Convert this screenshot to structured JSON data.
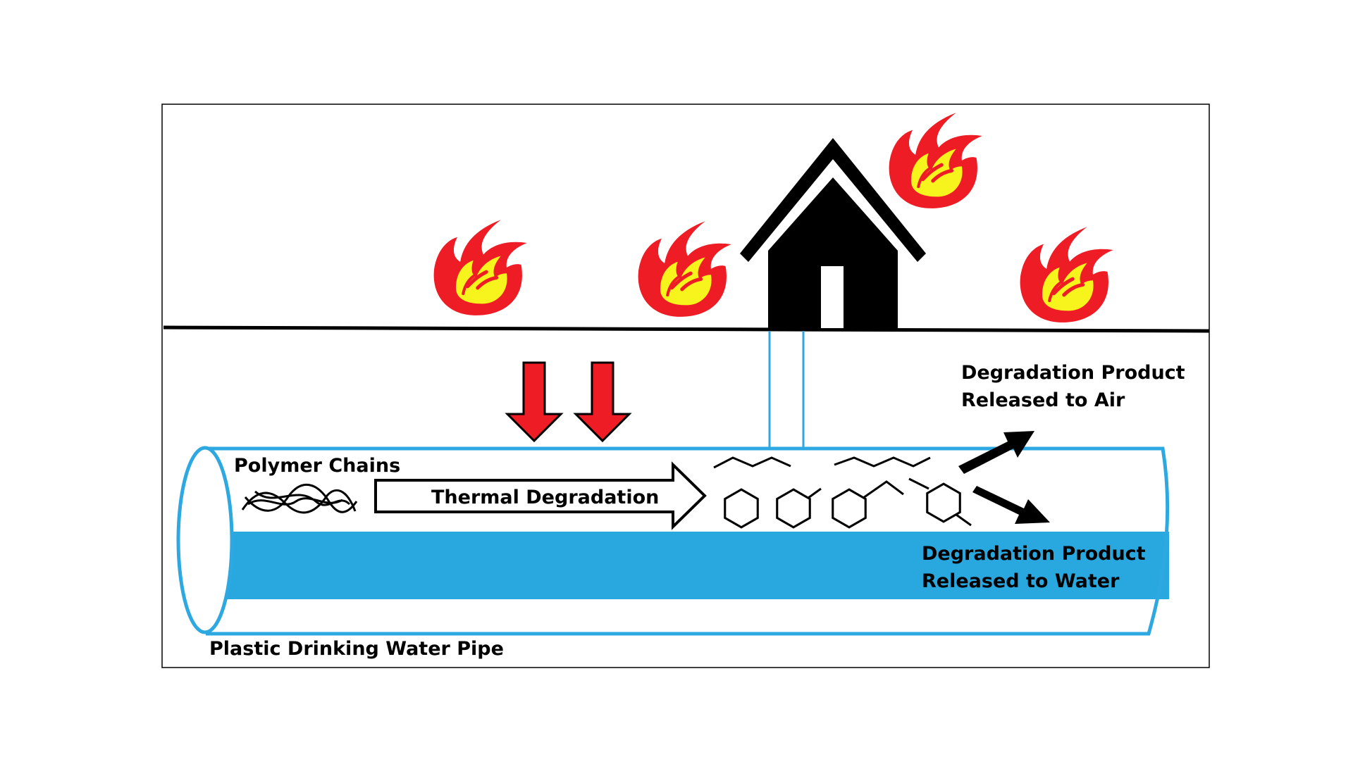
{
  "labels": {
    "polymer_chains": "Polymer Chains",
    "thermal_degradation": "Thermal Degradation",
    "air_line1": "Degradation Product",
    "air_line2": "Released to Air",
    "water_line1": "Degradation Product",
    "water_line2": "Released to Water",
    "pipe": "Plastic Drinking Water Pipe"
  },
  "colors": {
    "pipe_blue": "#2ea8e0",
    "water_blue": "#29a8e0",
    "flame_red": "#ee1c24",
    "flame_yellow": "#f7f31c",
    "arrow_red": "#ee1c24",
    "ink": "#000000"
  },
  "icons": {
    "flame": "fire-icon",
    "house": "house-icon",
    "heat_arrow": "down-arrow-icon",
    "release_arrow": "diagonal-arrow-icon",
    "molecule": "benzene-ring-icon"
  }
}
